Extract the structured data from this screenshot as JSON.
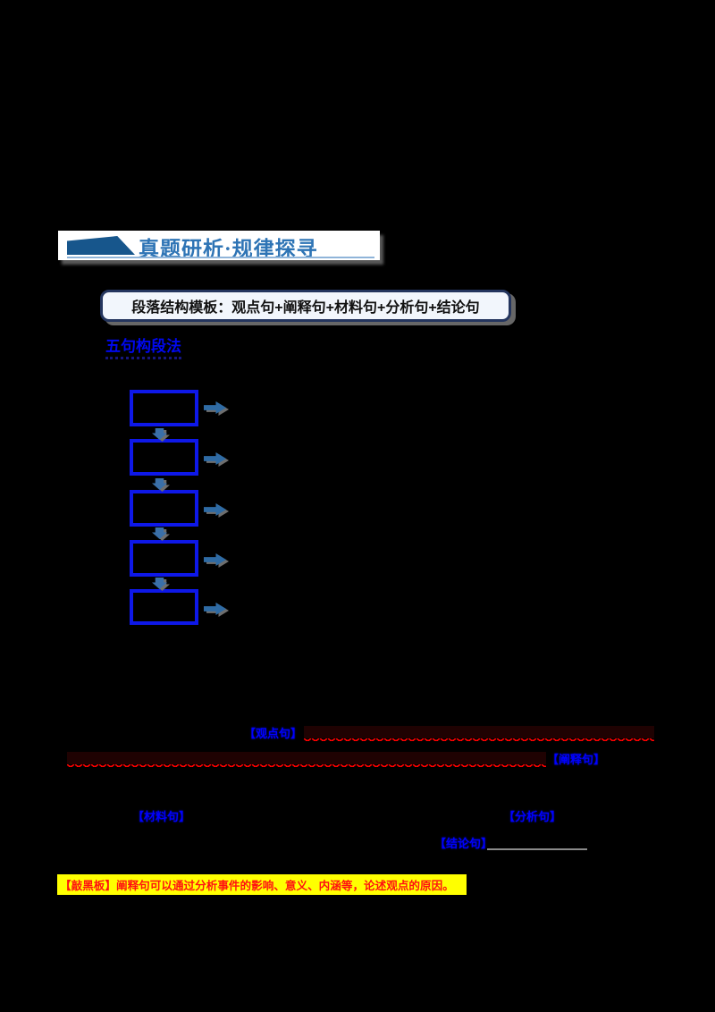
{
  "page": {
    "background_color": "#000000"
  },
  "header": {
    "title": "真题研析·规律探寻",
    "title_color": "#2E74B5",
    "accent_color": "#17568C"
  },
  "template_box": {
    "text": "段落结构模板：观点句+阐释句+材料句+分析句+结论句",
    "border_color": "#24355E",
    "background_color": "#F2F6FC"
  },
  "section_heading": {
    "text": "五句构段法",
    "color": "#0008F0"
  },
  "flowchart": {
    "box_count": 5,
    "box_border_color": "#0E18E8",
    "down_arrow_icon": "down-arrow",
    "right_arrow_icon": "right-arrow",
    "down_arrow_color": "#3A6FA8",
    "right_arrow_color": "#2F6BA4"
  },
  "annotations": {
    "label_color": "#0000FF",
    "wavy_underline_color": "#FF0000",
    "labels": [
      "【观点句】",
      "【阐释句】",
      "【材料句】",
      "【分析句】",
      "【结论句】"
    ]
  },
  "blackboard": {
    "text": "【敲黑板】阐释句可以通过分析事件的影响、意义、内涵等，论述观点的原因。",
    "background_color": "#FFFF00",
    "text_color": "#FF1111"
  }
}
